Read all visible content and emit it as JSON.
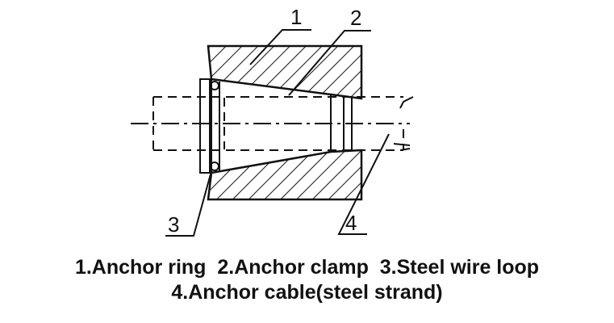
{
  "callouts": [
    {
      "id": "1",
      "text": "1"
    },
    {
      "id": "2",
      "text": "2"
    },
    {
      "id": "3",
      "text": "3"
    },
    {
      "id": "4",
      "text": "4"
    }
  ],
  "legend": {
    "line1": "1.Anchor ring  2.Anchor clamp  3.Steel wire loop",
    "line2": "4.Anchor cable(steel strand)"
  }
}
